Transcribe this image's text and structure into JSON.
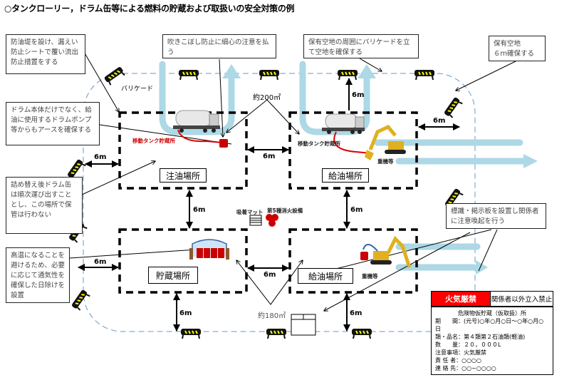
{
  "title": "○タンクローリー，ドラム缶等による燃料の貯蔵および取扱いの安全対策の例",
  "notes": {
    "dike": "防油堤を設け、漏えい防止シートで覆い流出防止措置をする",
    "spill": "吹きこぼし防止に細心の注意を払う",
    "barricade_perimeter": "保有空地の周囲にバリケードを立て空地を確保する",
    "clearance": "保有空地\n６ｍ確保する",
    "grounding": "ドラム本体だけでなく、給油に使用するドラムポンプ等からもアースを確保する",
    "refill": "詰め替え後ドラム缶は順次運び出すこととし、この場所で保管は行わない",
    "shade": "高温になることを避けるため、必要に応じて通気性を確保した日除けを設置",
    "signage": "標識・掲示板を設置し関係者に注意喚起を行う"
  },
  "zones": {
    "top_left": "注油場所",
    "top_right": "給油場所",
    "bottom_left": "貯蔵場所",
    "bottom_right": "給油場所"
  },
  "labels": {
    "barricade": "バリケード",
    "mobile_tank_1": "移動タンク貯蔵所",
    "mobile_tank_2": "移動タンク貯蔵所",
    "heavy_machinery_1": "重機等",
    "heavy_machinery_2": "重機等",
    "absorbent_mat": "吸着マット",
    "extinguisher": "第5種消火設備",
    "area_top": "約200㎡",
    "area_bottom": "約180㎡"
  },
  "dimensions": {
    "top_right_up": "6m",
    "left_top": "6m",
    "mid_top": "6m",
    "right_top": "6m",
    "mid_left_vertical": "6m",
    "mid_right_vertical": "6m",
    "left_bottom": "6m",
    "mid_bottom": "6m",
    "bottom_left": "6m",
    "bottom_right": "6m"
  },
  "sign": {
    "fire_prohibited": "火気厳禁",
    "no_entry": "関係者以外立入禁止",
    "heading": "危険物仮貯蔵（仮取扱）所",
    "rows": [
      "期　　間：(元号)○年○月○日～○年○月○日",
      "類・品名：第４類第２石油類(軽油)",
      "数　　量：２０，０００L",
      "注意事項：火気厳禁",
      "責 任 者：○○○○",
      "連 絡 先：○○−○○○○"
    ]
  },
  "colors": {
    "flow_arrow": "#add8e6",
    "perimeter": "#6699cc",
    "fire_red": "#ff0000",
    "barricade_yellow": "#ffff00"
  }
}
